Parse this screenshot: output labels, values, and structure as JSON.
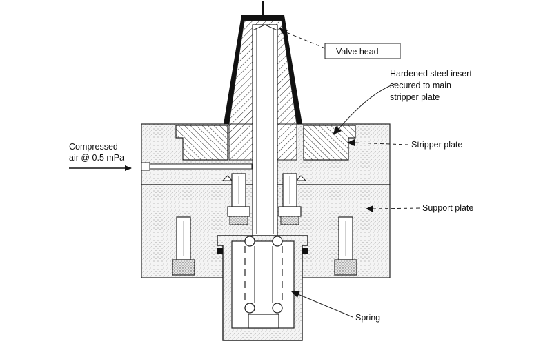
{
  "labels": {
    "valve_head": "Valve head",
    "insert_line1": "Hardened steel insert",
    "insert_line2": "secured to main",
    "insert_line3": "stripper plate",
    "stripper_plate": "Stripper plate",
    "compressed_line1": "Compressed",
    "compressed_line2": "air @ 0.5 mPa",
    "support_plate": "Support plate",
    "spring": "Spring"
  }
}
